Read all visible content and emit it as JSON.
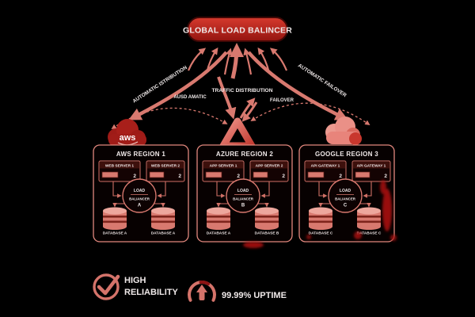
{
  "title": "GLOBAL LOAD BALINCER",
  "flows": {
    "left_arrow_label": "AUTOMATIC ISTRIBUTION",
    "center_label": "TRAFFIC DISTRIBUTION",
    "right_arrow_label": "AUTOMATIC FAILOVER",
    "left_dashed_label": "AUSD AMATIC",
    "right_dashed_label": "FAILOVER"
  },
  "aws_logo_text": "aws",
  "regions": [
    {
      "title": "AWS REGION 1",
      "cloud_icon": "aws-cloud",
      "servers": [
        {
          "label": "WEB SERVER 1",
          "count": "2"
        },
        {
          "label": "WEB SERVER 2",
          "count": "2"
        }
      ],
      "balancer": {
        "word1": "LOAD",
        "word2": "BALIANCER",
        "letter": "A"
      },
      "databases": [
        {
          "label": "DATABASE A"
        },
        {
          "label": "DATABASE A"
        }
      ]
    },
    {
      "title": "AZURE REGION 2",
      "cloud_icon": "azure-triangle",
      "servers": [
        {
          "label": "APP SERVER 1",
          "count": "2"
        },
        {
          "label": "APP SERVER 2",
          "count": "2"
        }
      ],
      "balancer": {
        "word1": "LOAD",
        "word2": "BALIANCER",
        "letter": "B"
      },
      "databases": [
        {
          "label": "DATABASE A"
        },
        {
          "label": "DATABASE B"
        }
      ]
    },
    {
      "title": "GOOGLE REGION 3",
      "cloud_icon": "google-cloud",
      "servers": [
        {
          "label": "API GATEWAY 1",
          "count": "2"
        },
        {
          "label": "API GATEWAY 1",
          "count": "2"
        }
      ],
      "balancer": {
        "word1": "LOAD",
        "word2": "BALIANCER",
        "letter": "C"
      },
      "databases": [
        {
          "label": "DATABASE C"
        },
        {
          "label": "DATABASE C"
        }
      ]
    }
  ],
  "badges": {
    "reliability_line1": "HIGH",
    "reliability_line2": "RELIABILITY",
    "uptime": "99.99% UPTIME"
  },
  "colors": {
    "background": "#000000",
    "accent_salmon": "#d8796f",
    "pill_red": "#bf231c",
    "splatter_red": "#a31010",
    "text_white": "#f1ecec"
  }
}
